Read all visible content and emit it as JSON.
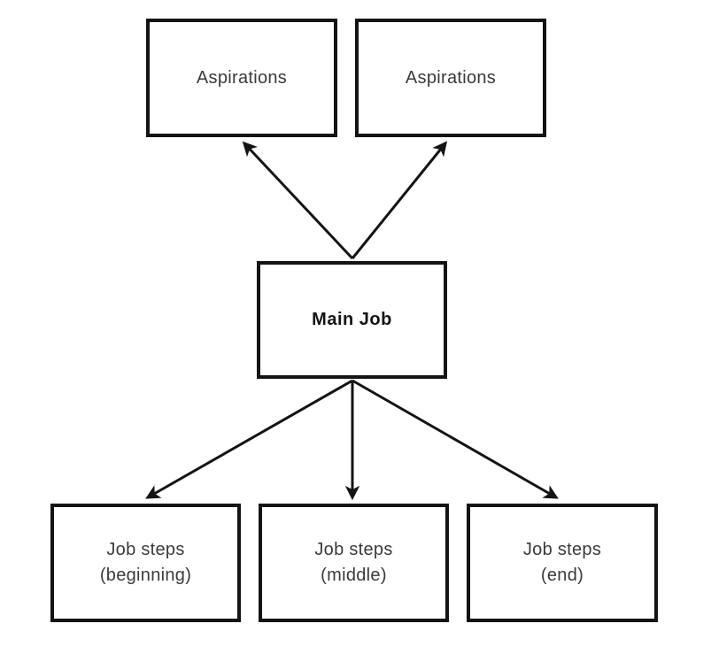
{
  "diagram": {
    "background_color": "#ffffff",
    "box_border_color": "#141414",
    "arrow_color": "#141414",
    "label_color": "#3a3a3a",
    "nodes": [
      {
        "id": "aspirations-left",
        "label": "Aspirations"
      },
      {
        "id": "aspirations-right",
        "label": "Aspirations"
      },
      {
        "id": "main-job",
        "label": "Main Job",
        "emphasis": "bold"
      },
      {
        "id": "job-steps-beginning",
        "label": "Job steps",
        "sublabel": "(beginning)"
      },
      {
        "id": "job-steps-middle",
        "label": "Job steps",
        "sublabel": "(middle)"
      },
      {
        "id": "job-steps-end",
        "label": "Job steps",
        "sublabel": "(end)"
      }
    ],
    "edges": [
      {
        "from": "main-job",
        "to": "aspirations-left",
        "direction": "up"
      },
      {
        "from": "main-job",
        "to": "aspirations-right",
        "direction": "up"
      },
      {
        "from": "main-job",
        "to": "job-steps-beginning",
        "direction": "down"
      },
      {
        "from": "main-job",
        "to": "job-steps-middle",
        "direction": "down"
      },
      {
        "from": "main-job",
        "to": "job-steps-end",
        "direction": "down"
      }
    ]
  }
}
